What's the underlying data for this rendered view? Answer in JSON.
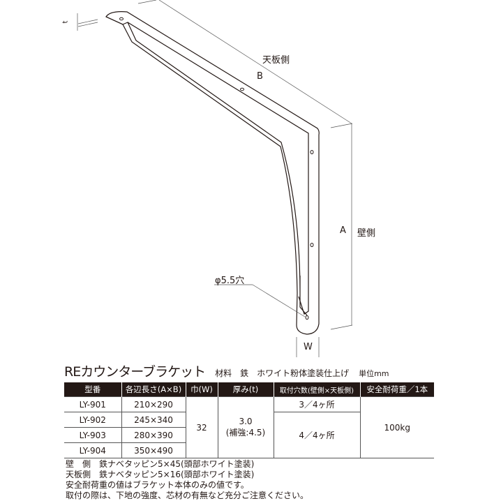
{
  "diagram": {
    "label_top": "天板側",
    "label_b": "B",
    "label_a": "A",
    "label_wall": "壁側",
    "label_hole": "φ5.5穴",
    "label_w": "W",
    "label_t": "t"
  },
  "title": "REカウンターブラケット",
  "spec": "材料　鉄　ホワイト粉体塗装仕上げ",
  "unit": "単位mm",
  "table": {
    "headers": [
      "型番",
      "各辺長さ(A×B)",
      "巾(W)",
      "厚み(t)",
      "取付穴数(壁側×天板側)",
      "安全耐荷重／1本"
    ],
    "rows": [
      {
        "model": "LY-901",
        "size": "210×290"
      },
      {
        "model": "LY-902",
        "size": "245×340"
      },
      {
        "model": "LY-903",
        "size": "280×390"
      },
      {
        "model": "LY-904",
        "size": "350×490"
      }
    ],
    "width": "32",
    "thickness": "3.0",
    "thickness_note": "(補強:4.5)",
    "holes_1": "3／4ヶ所",
    "holes_2": "4／4ヶ所",
    "load": "100kg"
  },
  "notes": [
    "壁　側　鉄ナベタッピン5×45(頭部ホワイト塗装)",
    "天板側　鉄ナベタッピン5×16(頭部ホワイト塗装)",
    "安全耐荷重の値はブラケット本体のみの値です。",
    "取付の際は、下地の強度、芯材の有無など充分ご注意ください。"
  ]
}
